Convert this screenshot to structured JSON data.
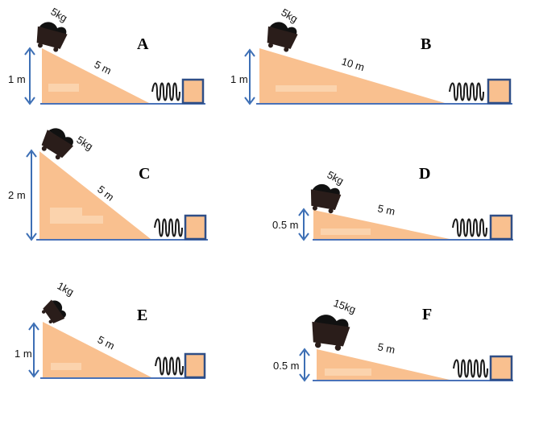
{
  "colors": {
    "ramp": "#f9c08f",
    "ramp_highlight": "#fbd3ad",
    "floor": "#4a72b8",
    "arrow": "#3d6fb5",
    "block_fill": "#f9c08f",
    "block_stroke": "#2f4e86",
    "spring": "#1a1a1a",
    "cart": "#2a1d1a",
    "coal": "#111111"
  },
  "scenarios": [
    {
      "letter": "A",
      "mass": "5kg",
      "height": "1 m",
      "length": "5 m"
    },
    {
      "letter": "B",
      "mass": "5kg",
      "height": "1 m",
      "length": "10 m"
    },
    {
      "letter": "C",
      "mass": "5kg",
      "height": "2 m",
      "length": "5 m"
    },
    {
      "letter": "D",
      "mass": "5kg",
      "height": "0.5 m",
      "length": "5 m"
    },
    {
      "letter": "E",
      "mass": "1kg",
      "height": "1 m",
      "length": "5 m"
    },
    {
      "letter": "F",
      "mass": "15kg",
      "height": "0.5 m",
      "length": "5 m"
    }
  ]
}
